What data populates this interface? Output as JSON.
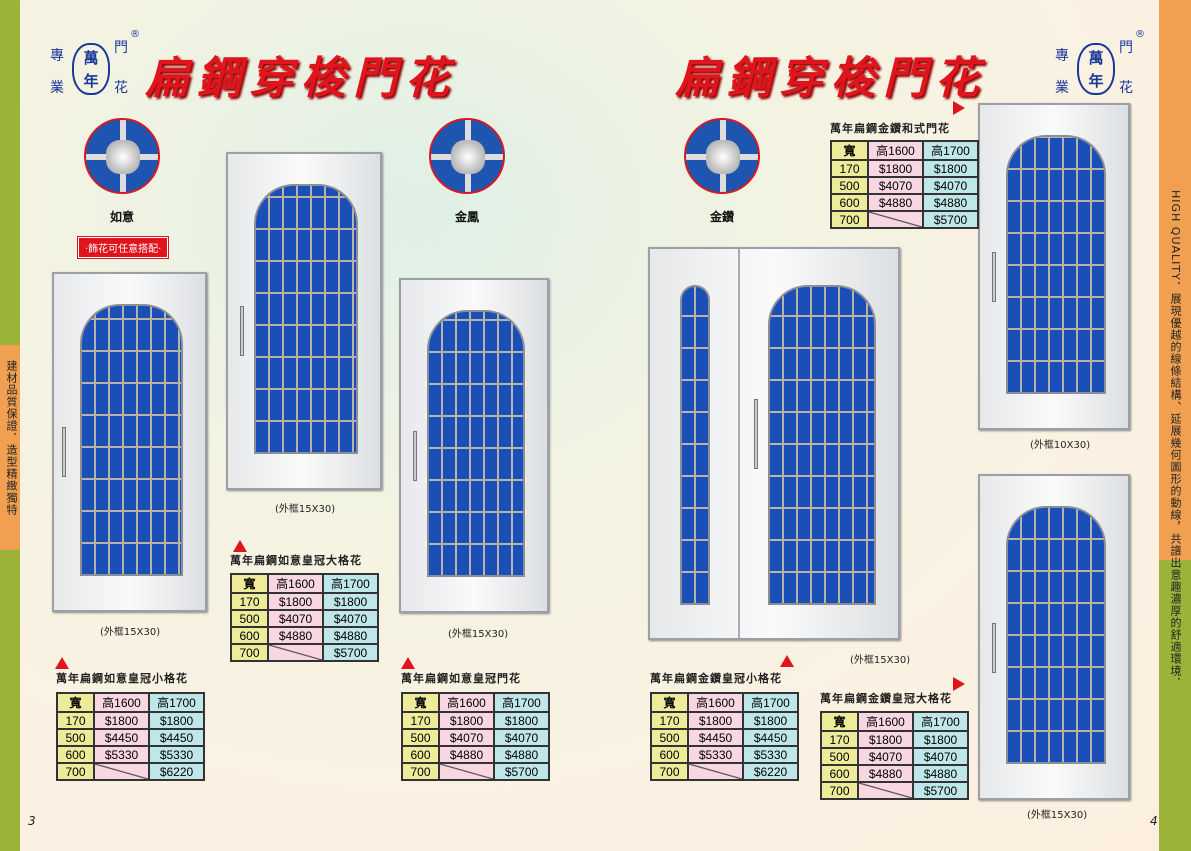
{
  "logo": {
    "center": [
      "萬",
      "年"
    ],
    "corners": [
      "專",
      "門",
      "業",
      "花"
    ],
    "reg": "®"
  },
  "page_title": "扁鋼穿梭門花",
  "side_left": "建材品質保證．造型精緻獨特",
  "side_right": "HIGH QUALITY．展現優越的線條結構、延展幾何圖形的動線，共譜出意趣濃厚的舒適環境．",
  "ornaments": [
    {
      "label": "如意"
    },
    {
      "label": "金鳳"
    },
    {
      "label": "金鑽"
    }
  ],
  "badge": "‧飾花可任意搭配‧",
  "captions": [
    "(外框15X30)",
    "(外框15X30)",
    "(外框15X30)",
    "(外框15X30)",
    "(外框10X30)",
    "(外框15X30)"
  ],
  "table_header": [
    "寬",
    "高1600",
    "高1700"
  ],
  "tables": [
    {
      "title": "萬年扁鋼如意皇冠大格花",
      "rows": [
        [
          "170",
          "$1800",
          "$1800"
        ],
        [
          "500",
          "$4070",
          "$4070"
        ],
        [
          "600",
          "$4880",
          "$4880"
        ],
        [
          "700",
          null,
          "$5700"
        ]
      ]
    },
    {
      "title": "萬年扁鋼如意皇冠小格花",
      "rows": [
        [
          "170",
          "$1800",
          "$1800"
        ],
        [
          "500",
          "$4450",
          "$4450"
        ],
        [
          "600",
          "$5330",
          "$5330"
        ],
        [
          "700",
          null,
          "$6220"
        ]
      ]
    },
    {
      "title": "萬年扁鋼如意皇冠門花",
      "rows": [
        [
          "170",
          "$1800",
          "$1800"
        ],
        [
          "500",
          "$4070",
          "$4070"
        ],
        [
          "600",
          "$4880",
          "$4880"
        ],
        [
          "700",
          null,
          "$5700"
        ]
      ]
    },
    {
      "title": "萬年扁鋼金鑽皇冠小格花",
      "rows": [
        [
          "170",
          "$1800",
          "$1800"
        ],
        [
          "500",
          "$4450",
          "$4450"
        ],
        [
          "600",
          "$5330",
          "$5330"
        ],
        [
          "700",
          null,
          "$6220"
        ]
      ]
    },
    {
      "title": "萬年扁鋼金鑽皇冠大格花",
      "rows": [
        [
          "170",
          "$1800",
          "$1800"
        ],
        [
          "500",
          "$4070",
          "$4070"
        ],
        [
          "600",
          "$4880",
          "$4880"
        ],
        [
          "700",
          null,
          "$5700"
        ]
      ]
    },
    {
      "title": "萬年扁鋼金鑽和式門花",
      "rows": [
        [
          "170",
          "$1800",
          "$1800"
        ],
        [
          "500",
          "$4070",
          "$4070"
        ],
        [
          "600",
          "$4880",
          "$4880"
        ],
        [
          "700",
          null,
          "$5700"
        ]
      ]
    }
  ],
  "page_numbers": [
    "3",
    "4"
  ],
  "colors": {
    "accent_red": "#e0141c",
    "panel_blue": "#1a4fb8",
    "strip_green": "#9cb33a",
    "strip_orange": "#f0a050"
  }
}
